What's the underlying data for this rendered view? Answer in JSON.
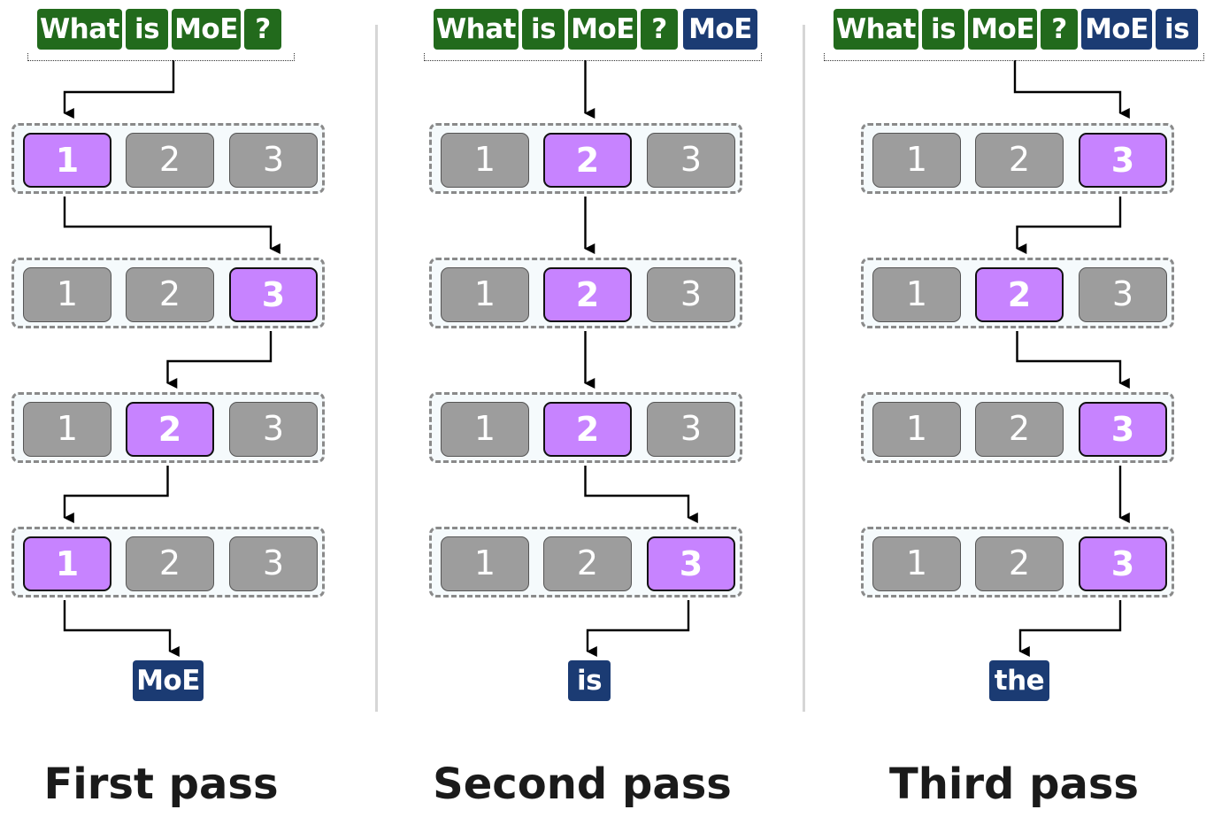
{
  "expert_labels": [
    "1",
    "2",
    "3"
  ],
  "panels": [
    {
      "input_tokens": [
        "What",
        "is",
        "MoE",
        "?"
      ],
      "generated_tokens": [],
      "active_experts": [
        1,
        3,
        2,
        1
      ],
      "output_token": "MoE",
      "caption": "First pass"
    },
    {
      "input_tokens": [
        "What",
        "is",
        "MoE",
        "?"
      ],
      "generated_tokens": [
        "MoE"
      ],
      "active_experts": [
        2,
        2,
        2,
        3
      ],
      "output_token": "is",
      "caption": "Second pass"
    },
    {
      "input_tokens": [
        "What",
        "is",
        "MoE",
        "?"
      ],
      "generated_tokens": [
        "MoE",
        "is"
      ],
      "active_experts": [
        3,
        2,
        3,
        3
      ],
      "output_token": "the",
      "caption": "Third pass"
    }
  ],
  "colors": {
    "input_token": "#226a1c",
    "generated_token": "#1b3b73",
    "active_expert": "#c783ff",
    "inactive_expert": "#9d9d9d"
  }
}
